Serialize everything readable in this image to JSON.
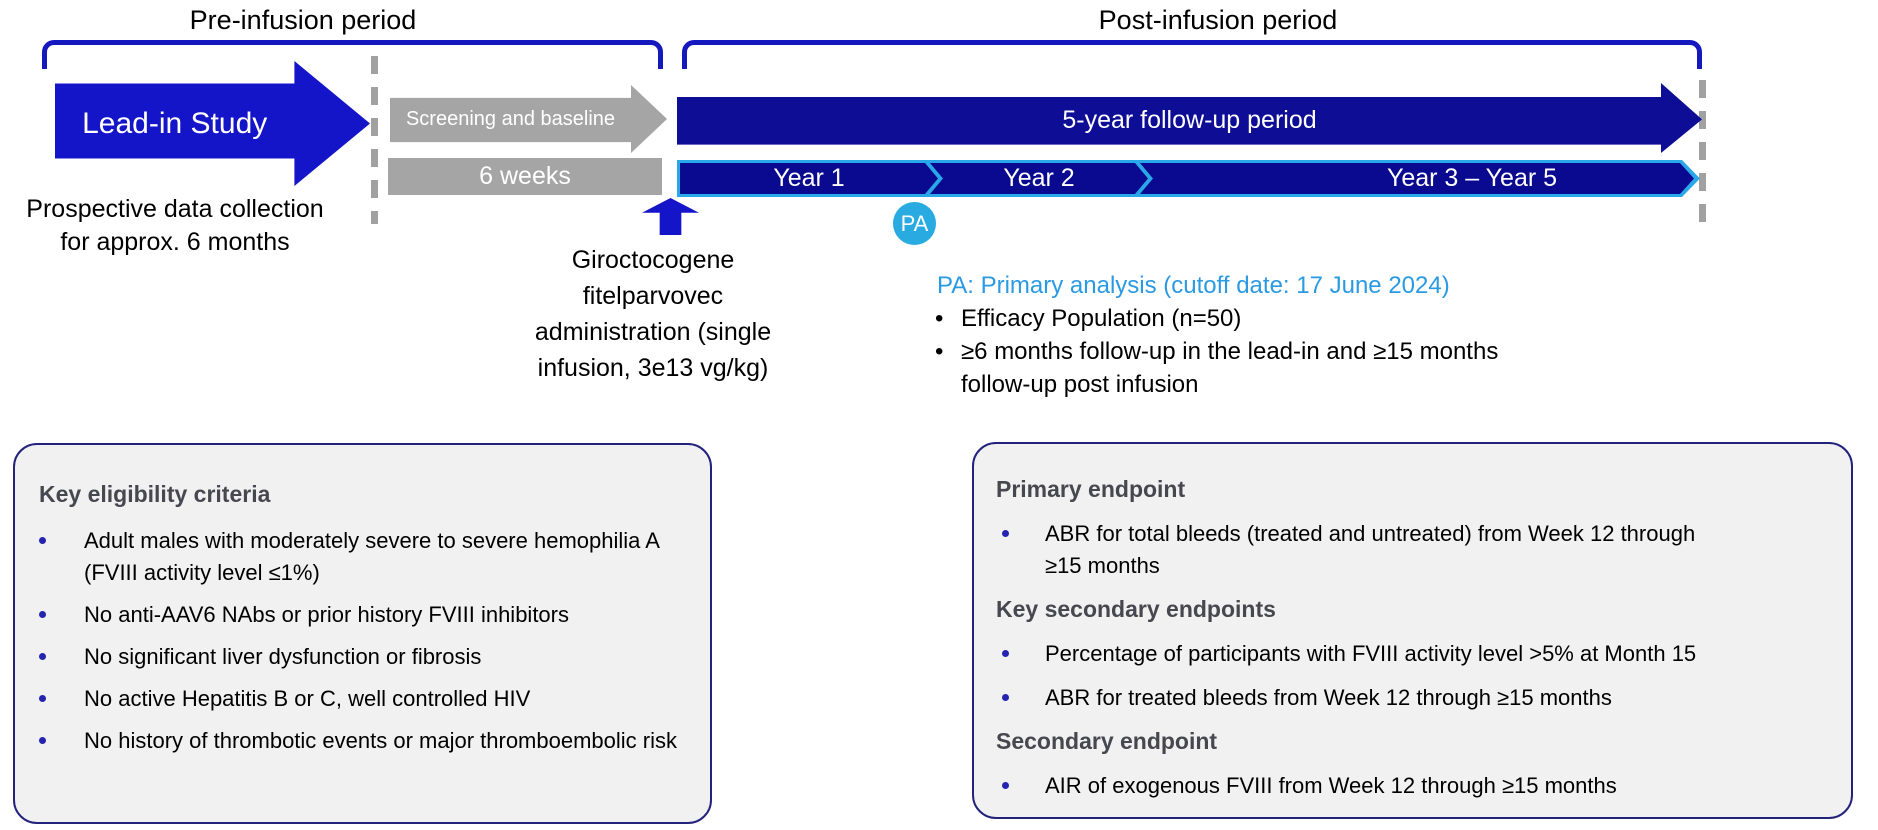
{
  "colors": {
    "vivid_blue": "#1414c8",
    "navy": "#0d0d96",
    "bracket_blue": "#1517bf",
    "light_blue": "#2aa7e8",
    "pa_circle_blue": "#29abe2",
    "pa_text_blue": "#2a9ae2",
    "gray": "#a5a5a5",
    "box_bg": "#f1f1f1",
    "box_border": "#23237d",
    "heading_gray": "#47474f",
    "bullet_navy": "#2424b0"
  },
  "timeline": {
    "pre_infusion_label": "Pre-infusion period",
    "post_infusion_label": "Post-infusion period",
    "lead_in_label": "Lead-in Study",
    "lead_in_note_lines": [
      "Prospective data collection",
      "for approx. 6 months"
    ],
    "screening_label": "Screening and baseline",
    "screening_duration": "6 weeks",
    "followup_label": "5-year follow-up period",
    "year_segments": [
      "Year 1",
      "Year 2",
      "Year 3 – Year 5"
    ],
    "infusion_note_lines": [
      "Giroctocogene",
      "fitelparvovec",
      "administration (single",
      "infusion, 3e13 vg/kg)"
    ],
    "pa_marker": "PA",
    "pa_caption": "PA: Primary analysis (cutoff date: 17 June 2024)",
    "pa_bullets": [
      "Efficacy Population (n=50)",
      "≥6 months follow-up in the lead-in and ≥15 months follow-up post infusion"
    ]
  },
  "eligibility_box": {
    "title": "Key eligibility criteria",
    "bullets": [
      "Adult males with moderately severe to severe hemophilia A (FVIII activity level ≤1%)",
      "No anti-AAV6 NAbs or prior history FVIII inhibitors",
      "No significant liver dysfunction or fibrosis",
      "No active Hepatitis B or C, well controlled HIV",
      "No history of thrombotic events or major thromboembolic risk"
    ]
  },
  "endpoints_box": {
    "sections": [
      {
        "heading": "Primary endpoint",
        "bullets": [
          "ABR for total bleeds (treated and untreated) from Week 12 through ≥15 months"
        ]
      },
      {
        "heading": "Key secondary endpoints",
        "bullets": [
          "Percentage of participants with FVIII activity level >5% at Month 15",
          "ABR for treated bleeds from Week 12 through ≥15 months"
        ]
      },
      {
        "heading": "Secondary endpoint",
        "bullets": [
          "AIR of exogenous FVIII from Week 12 through ≥15 months"
        ]
      }
    ]
  }
}
